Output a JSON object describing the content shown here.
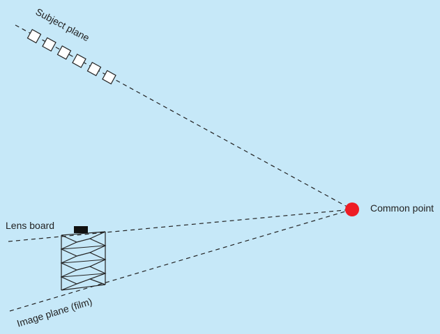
{
  "labels": {
    "subject_plane": "Subject plane",
    "common_point": "Common point",
    "lens_board": "Lens board",
    "image_plane": "Image plane (film)"
  },
  "colors": {
    "background": "#c6e8f8",
    "line": "#222222",
    "common_point": "#ee1c24",
    "lens_board": "#111111",
    "subject_square_fill": "#ffffff"
  },
  "subject_square_count": 6
}
